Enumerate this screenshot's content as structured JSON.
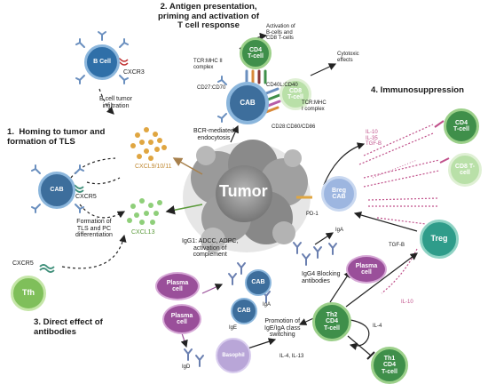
{
  "sections": {
    "homing": "1.  Homing to tumor and\nformation of TLS",
    "antigen": "2. Antigen presentation,\npriming and activation of\nT cell response",
    "direct": "3. Direct effect of\nantibodies",
    "immuno": "4. Immunosuppression"
  },
  "tumor": "Tumor",
  "cells": {
    "bcell": "B Cell",
    "cab_left": "CAB",
    "tfh": "Tfh",
    "cab_center": "CAB",
    "cd4_top": "CD4\nT-cell",
    "cd8_top": "CD8\nT-cell",
    "cd4_right": "CD4\nT-cell",
    "cd8_right": "CD8 T-\ncell",
    "breg": "Breg\nCAB",
    "treg": "Treg",
    "plasma_right": "Plasma\ncell",
    "th2": "Th2\nCD4\nT-cell",
    "th1": "Th1\nCD4\nT-cell",
    "plasma_1": "Plasma\ncell",
    "plasma_2": "Plasma\ncell",
    "cab_ige_top": "CAB",
    "cab_ige": "CAB",
    "basophil": "Basophil"
  },
  "labels": {
    "cxcr3": "CXCR3",
    "bcell_infiltration": "B cell tumor\ninfiltration",
    "cxcl9": "CXCL9/10/11",
    "cxcr5_cab": "CXCR5",
    "cxcr5_tfh": "CXCR5",
    "cxcl13": "CXCL13",
    "tls_formation": "Formation of\nTLS and PC\ndifferentiation",
    "activation_b_cd8": "Activation of\nB-cells and\nCD8 T-cells",
    "cytotoxic": "Cytotoxic\neffects",
    "tcr_mhc2": "TCR:MHC II\ncomplex",
    "cd27": "CD27:CD70",
    "cd40l": "CD40L:CD40",
    "tcr_mhc1": "TCR:MHC\nI complex",
    "cd28": "CD28:CD80/CD86",
    "bcr": "BCR-mediated\nendocytosis",
    "il10_35": "IL-10\nIL-35\nTGF-B",
    "pd1": "PD-1",
    "iga_breg": "IgA",
    "tgfb": "TGF-B",
    "il10": "IL-10",
    "igg1": "IgG1: ADCC, ADPC,\nactivation of\ncomplement",
    "igg4": "IgG4 Blocking\nantibodies",
    "ige": "IgE",
    "iga": "IgA",
    "igd": "IgD",
    "promotion": "Promotion of\nIgE/IgA class\nswitching",
    "il4_il13": "IL-4, IL-13",
    "il4": "IL-4"
  },
  "colors": {
    "bcell": "#2f6fa8",
    "cab": "#3d6e9c",
    "cd4": "#3f8f4a",
    "cd8": "#a9d49a",
    "treg": "#2f9c8a",
    "plasma": "#9a4f9a",
    "tumor": "#8f8f8f",
    "chemokine_orange": "#e0a641",
    "chemokine_green": "#8fcf7a",
    "suppression_pink": "#c0508a"
  }
}
